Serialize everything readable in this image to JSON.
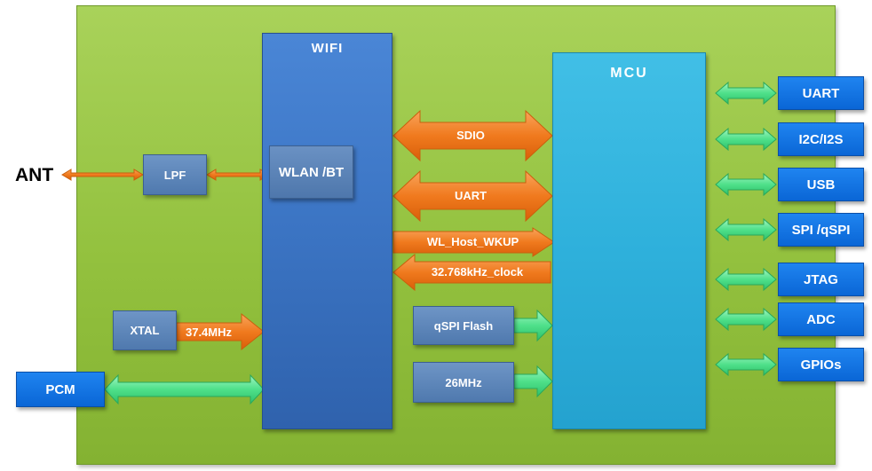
{
  "ant_label": "ANT",
  "blocks": {
    "wifi": "WIFI",
    "mcu": "MCU",
    "wlan_bt": "WLAN /BT",
    "lpf": "LPF",
    "xtal": "XTAL",
    "qspi_flash": "qSPI Flash",
    "clock_26mhz": "26MHz",
    "pcm": "PCM"
  },
  "arrow_labels": {
    "sdio": "SDIO",
    "uart": "UART",
    "wl_host_wkup": "WL_Host_WKUP",
    "clock_32k": "32.768kHz_clock",
    "xtal_freq": "37.4MHz"
  },
  "interfaces": [
    "UART",
    "I2C/I2S",
    "USB",
    "SPI /qSPI",
    "JTAG",
    "ADC",
    "GPIOs"
  ],
  "colors": {
    "board": "#93c13e",
    "wifi": "#3b74c3",
    "mcu": "#2fb1dc",
    "orange_arrow": "#f07a1e",
    "green_arrow": "#4fe08a",
    "interface_blue": "#0a66d6"
  }
}
